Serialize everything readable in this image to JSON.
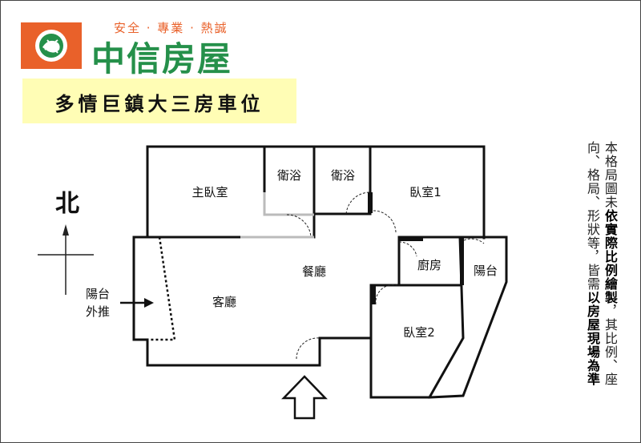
{
  "brand": {
    "slogan": "安全 · 專業 · 熱誠",
    "name": "中信房屋",
    "colors": {
      "orange": "#e9612a",
      "green": "#25904a"
    }
  },
  "banner": {
    "title": "多情巨鎮大三房車位",
    "bg_color": "#fffdb5"
  },
  "compass": {
    "north_label": "北"
  },
  "rooms": {
    "master_bedroom": "主臥室",
    "bathroom_1": "衛浴",
    "bathroom_2": "衛浴",
    "bedroom_1": "臥室1",
    "dining": "餐廳",
    "kitchen": "廚房",
    "balcony": "陽台",
    "living": "客廳",
    "bedroom_2": "臥室2"
  },
  "balcony_note": {
    "line1": "陽台",
    "line2": "外推"
  },
  "entrance_icon": "up-arrow-icon",
  "disclaimer": {
    "line1_a": "本格局圖未",
    "line1_b": "依實際比例繪製",
    "line1_c": "，其比例、座",
    "line2_a": "向、格局、形狀等，皆需",
    "line2_b": "以房屋現場為準"
  }
}
